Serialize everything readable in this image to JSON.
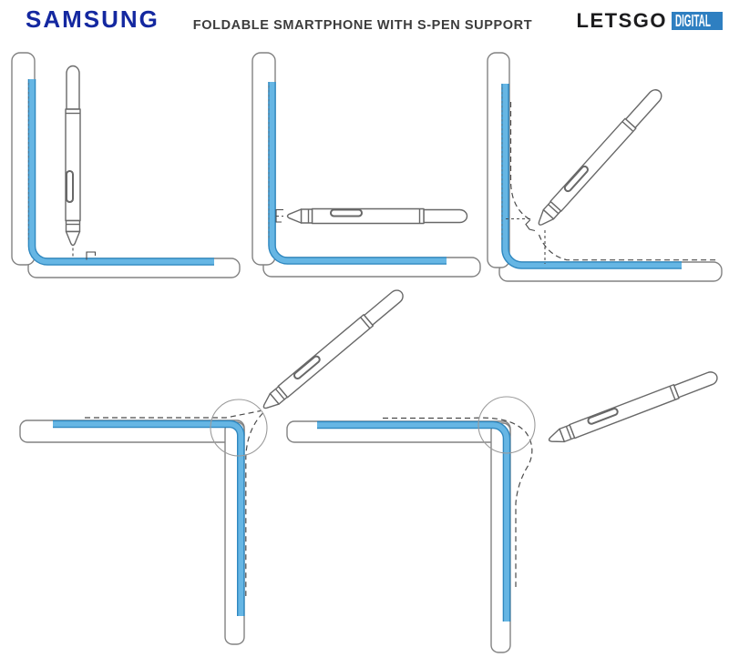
{
  "header": {
    "samsung_logo": "SAMSUNG",
    "title": "FOLDABLE SMARTPHONE WITH S-PEN SUPPORT",
    "letsgo_text": "LETSGO",
    "digital_text": "DIGITAL"
  },
  "colors": {
    "samsung_blue": "#1428a0",
    "digital_badge_blue": "#2e7fc1",
    "title_gray": "#3c3c3c",
    "flexible_display_fill": "#66b6e4",
    "flexible_display_edge": "#2f88c0",
    "device_outline_gray": "#828282"
  }
}
